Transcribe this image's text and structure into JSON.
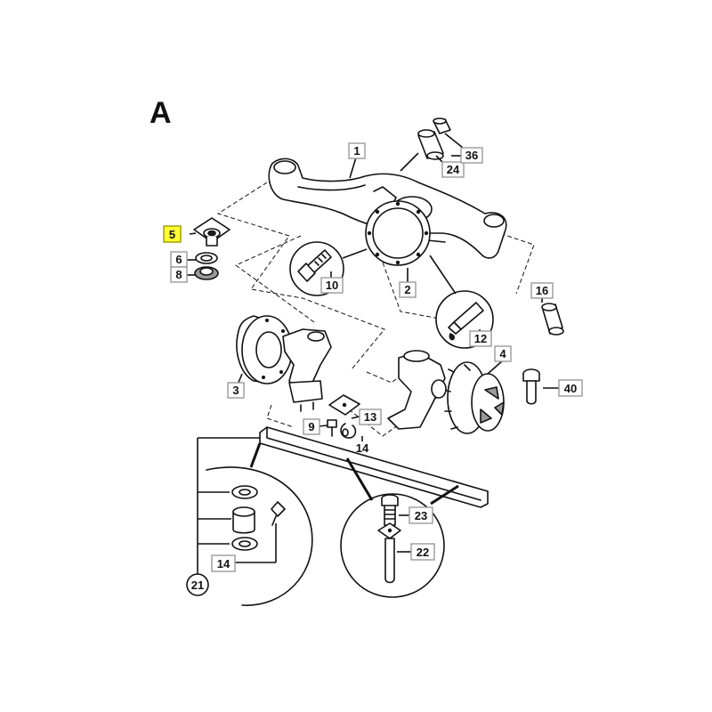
{
  "figure": {
    "view_letter": "A",
    "highlight_color": "#ffff33",
    "callouts": [
      {
        "id": "c1",
        "label": "1"
      },
      {
        "id": "c2",
        "label": "2"
      },
      {
        "id": "c3",
        "label": "3"
      },
      {
        "id": "c4",
        "label": "4"
      },
      {
        "id": "c5",
        "label": "5",
        "highlighted": true
      },
      {
        "id": "c6",
        "label": "6"
      },
      {
        "id": "c8",
        "label": "8"
      },
      {
        "id": "c9",
        "label": "9"
      },
      {
        "id": "c10",
        "label": "10"
      },
      {
        "id": "c12",
        "label": "12"
      },
      {
        "id": "c13",
        "label": "13"
      },
      {
        "id": "c14a",
        "label": "14"
      },
      {
        "id": "c14b",
        "label": "14"
      },
      {
        "id": "c16",
        "label": "16"
      },
      {
        "id": "c21",
        "label": "21"
      },
      {
        "id": "c22",
        "label": "22"
      },
      {
        "id": "c23",
        "label": "23"
      },
      {
        "id": "c24",
        "label": "24"
      },
      {
        "id": "c36",
        "label": "36"
      },
      {
        "id": "c40",
        "label": "40"
      }
    ]
  }
}
